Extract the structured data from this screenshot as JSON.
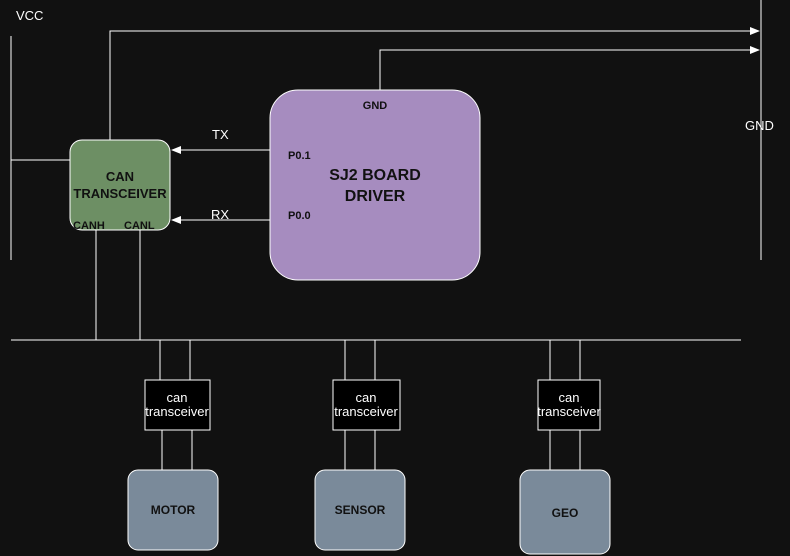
{
  "rails": {
    "vcc_label": "VCC",
    "gnd_label": "GND"
  },
  "can_transceiver": {
    "line1": "CAN",
    "line2": "TRANSCEIVER",
    "canh_label": "CANH",
    "canl_label": "CANL",
    "fill_color": "#6d8f64"
  },
  "sj2_board": {
    "line1": "SJ2 BOARD",
    "line2": "DRIVER",
    "gnd_pin": "GND",
    "p01_pin": "P0.1",
    "p00_pin": "P0.0",
    "fill_color": "#a68cbf"
  },
  "signals": {
    "tx_label": "TX",
    "rx_label": "RX"
  },
  "nodes": [
    {
      "transceiver_line1": "can",
      "transceiver_line2": "transceiver",
      "name": "MOTOR"
    },
    {
      "transceiver_line1": "can",
      "transceiver_line2": "transceiver",
      "name": "SENSOR"
    },
    {
      "transceiver_line1": "can",
      "transceiver_line2": "transceiver",
      "name": "GEO"
    }
  ],
  "colors": {
    "background": "#111111",
    "node_fill": "#7a8a9a"
  }
}
